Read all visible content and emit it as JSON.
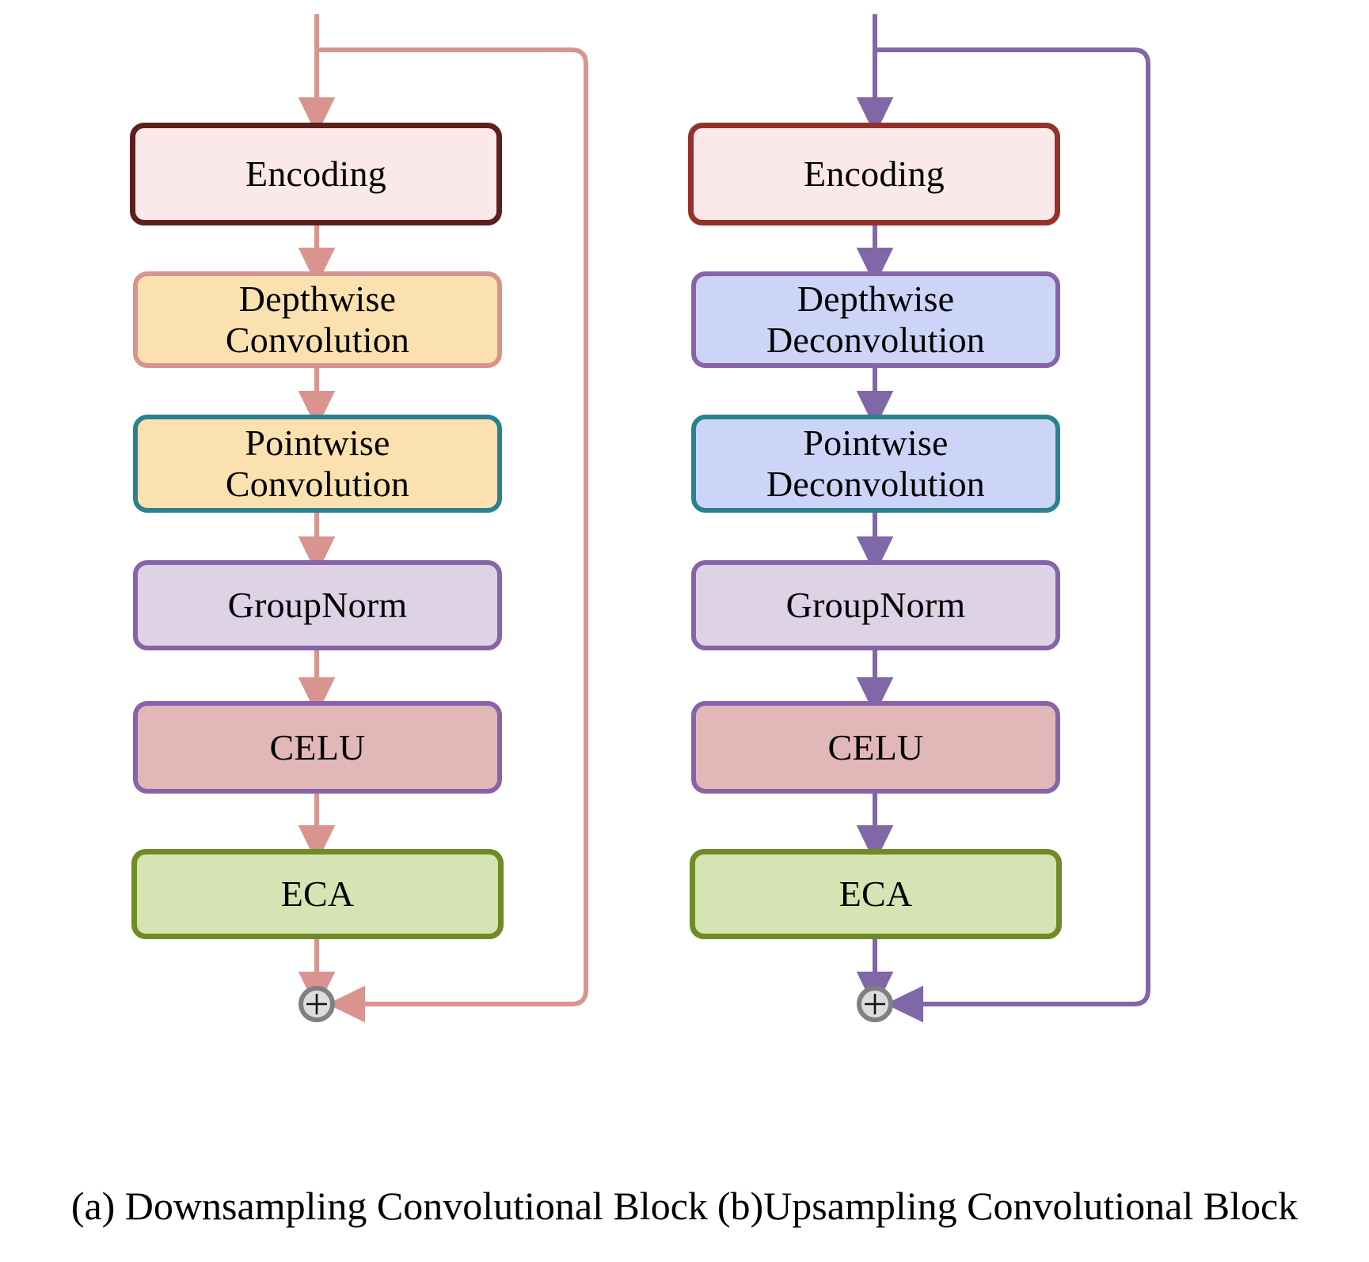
{
  "figure": {
    "type": "flow-diagram",
    "panels": [
      {
        "id": "a",
        "caption": "(a) Downsampling Convolutional Block",
        "flow_color": "#d99490",
        "nodes": [
          {
            "label": "Encoding",
            "fill": "#fbe8e8",
            "border": "#5c1f1c"
          },
          {
            "label": "Depthwise\nConvolution",
            "fill": "#fbe1b0",
            "border": "#d9938f"
          },
          {
            "label": "Pointwise\nConvolution",
            "fill": "#fbe1b0",
            "border": "#2a8190"
          },
          {
            "label": "GroupNorm",
            "fill": "#ddd2e6",
            "border": "#8763a8"
          },
          {
            "label": "CELU",
            "fill": "#e2b7b8",
            "border": "#8763a8"
          },
          {
            "label": "ECA",
            "fill": "#d6e4b4",
            "border": "#6e8b26"
          }
        ],
        "junction": {
          "symbol": "+",
          "fill": "#dcdcdc",
          "border": "#808080"
        },
        "skip_connection": true
      },
      {
        "id": "b",
        "caption": "(b)Upsampling Convolutional Block",
        "flow_color": "#8067a8",
        "nodes": [
          {
            "label": "Encoding",
            "fill": "#fbe8e8",
            "border": "#93322c"
          },
          {
            "label": "Depthwise\nDeconvolution",
            "fill": "#ccd5f7",
            "border": "#8763a8"
          },
          {
            "label": "Pointwise\nDeconvolution",
            "fill": "#ccd5f7",
            "border": "#2a8190"
          },
          {
            "label": "GroupNorm",
            "fill": "#ddd2e6",
            "border": "#8763a8"
          },
          {
            "label": "CELU",
            "fill": "#e2b7b8",
            "border": "#8763a8"
          },
          {
            "label": "ECA",
            "fill": "#d6e4b4",
            "border": "#6e8b26"
          }
        ],
        "junction": {
          "symbol": "+",
          "fill": "#dcdcdc",
          "border": "#808080"
        },
        "skip_connection": true
      }
    ]
  }
}
